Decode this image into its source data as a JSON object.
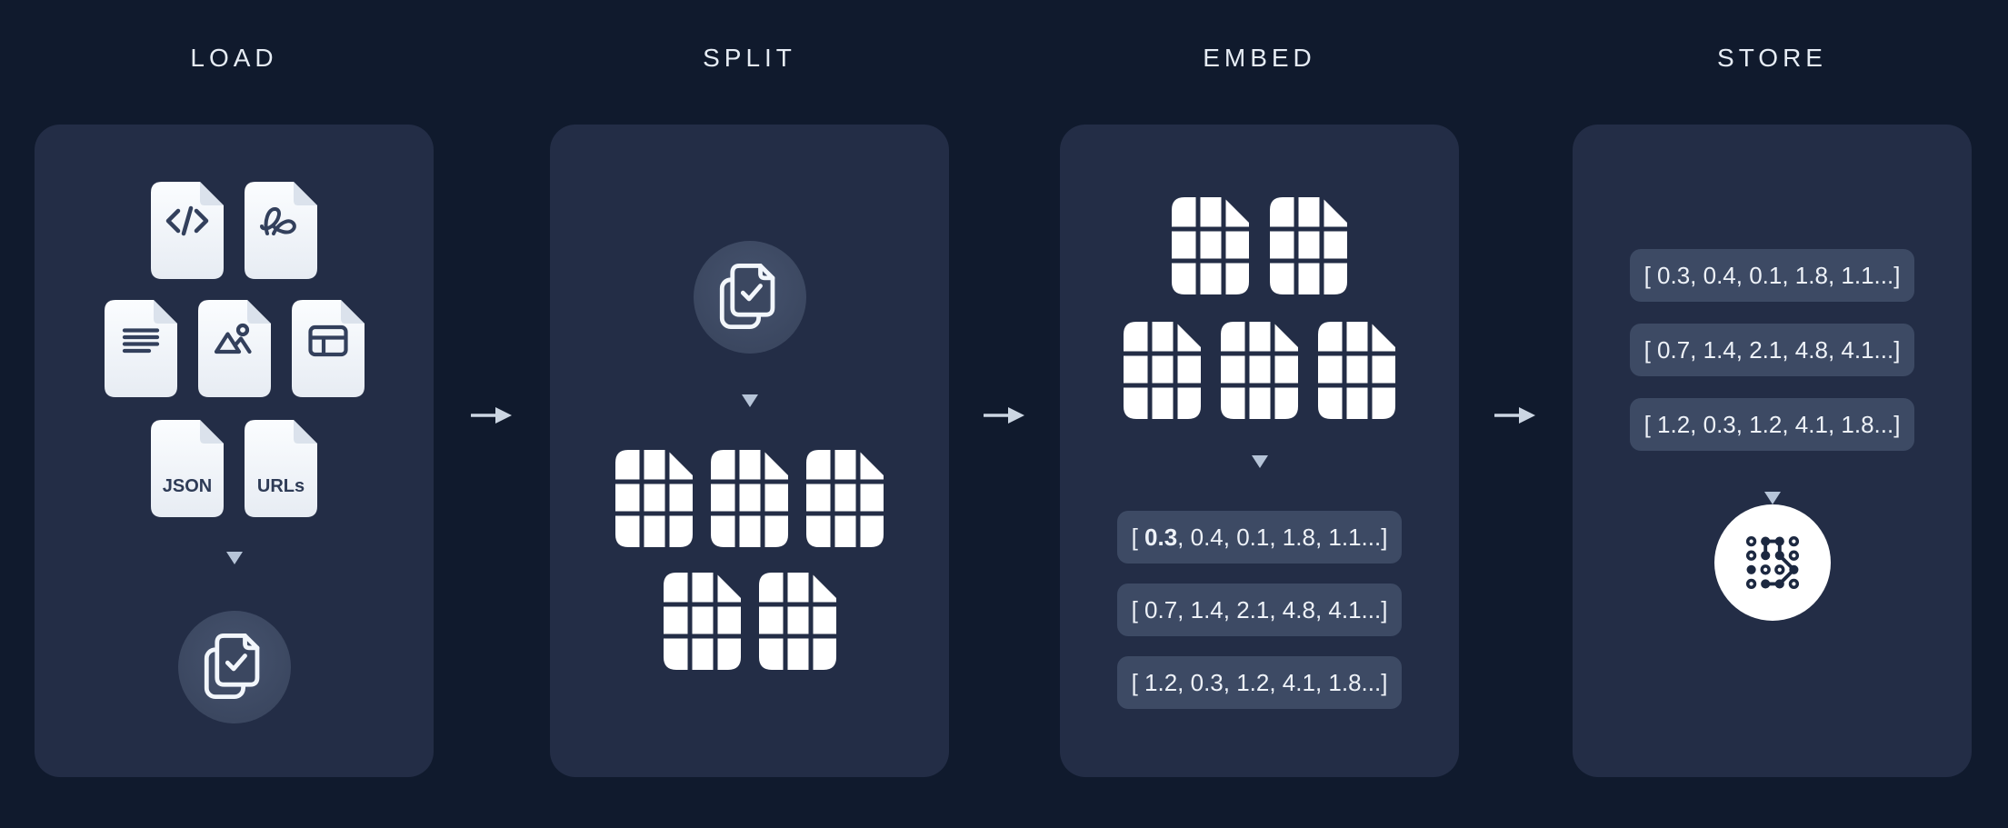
{
  "stages": [
    {
      "id": "load",
      "title": "LOAD"
    },
    {
      "id": "split",
      "title": "SPLIT"
    },
    {
      "id": "embed",
      "title": "EMBED"
    },
    {
      "id": "store",
      "title": "STORE"
    }
  ],
  "load": {
    "file_types": [
      "code",
      "pdf",
      "text",
      "image",
      "table",
      "json",
      "urls"
    ],
    "json_label": "JSON",
    "urls_label": "URLs"
  },
  "split": {
    "chunk_rows": [
      3,
      2
    ]
  },
  "embed": {
    "chunk_rows": [
      2,
      3
    ],
    "vectors": [
      {
        "open": "[ ",
        "first": "0.3",
        "rest": ", 0.4, 0.1, 1.8, 1.1...]",
        "first_bold": true
      },
      {
        "open": "[ ",
        "first": "0.7",
        "rest": ", 1.4, 2.1, 4.8, 4.1...]",
        "first_bold": false
      },
      {
        "open": "[ ",
        "first": "1.2",
        "rest": ", 0.3, 1.2, 4.1, 1.8...]",
        "first_bold": false
      }
    ]
  },
  "store": {
    "vectors": [
      {
        "open": "[ ",
        "first": "0.3",
        "rest": ", 0.4, 0.1, 1.8, 1.1...]",
        "first_bold": false
      },
      {
        "open": "[ ",
        "first": "0.7",
        "rest": ", 1.4, 2.1, 4.8, 4.1...]",
        "first_bold": false
      },
      {
        "open": "[ ",
        "first": "1.2",
        "rest": ", 0.3, 1.2, 4.1, 1.8...]",
        "first_bold": false
      }
    ]
  },
  "colors": {
    "background": "#101a2d",
    "panel": "#232d46",
    "pill": "#3d4a64",
    "circle_badge": "#3b4760",
    "file_fill_top": "#fbfdff",
    "file_fill_bottom": "#e7ecf3",
    "fold_flap": "#dbe2ec",
    "glyph_dark": "#33405c",
    "chunk_white": "#ffffff",
    "title_text": "#e6ecf4",
    "arrow": "#ccd6e3",
    "triangle": "#b6c4d8",
    "store_icon_dark": "#1c2840"
  }
}
